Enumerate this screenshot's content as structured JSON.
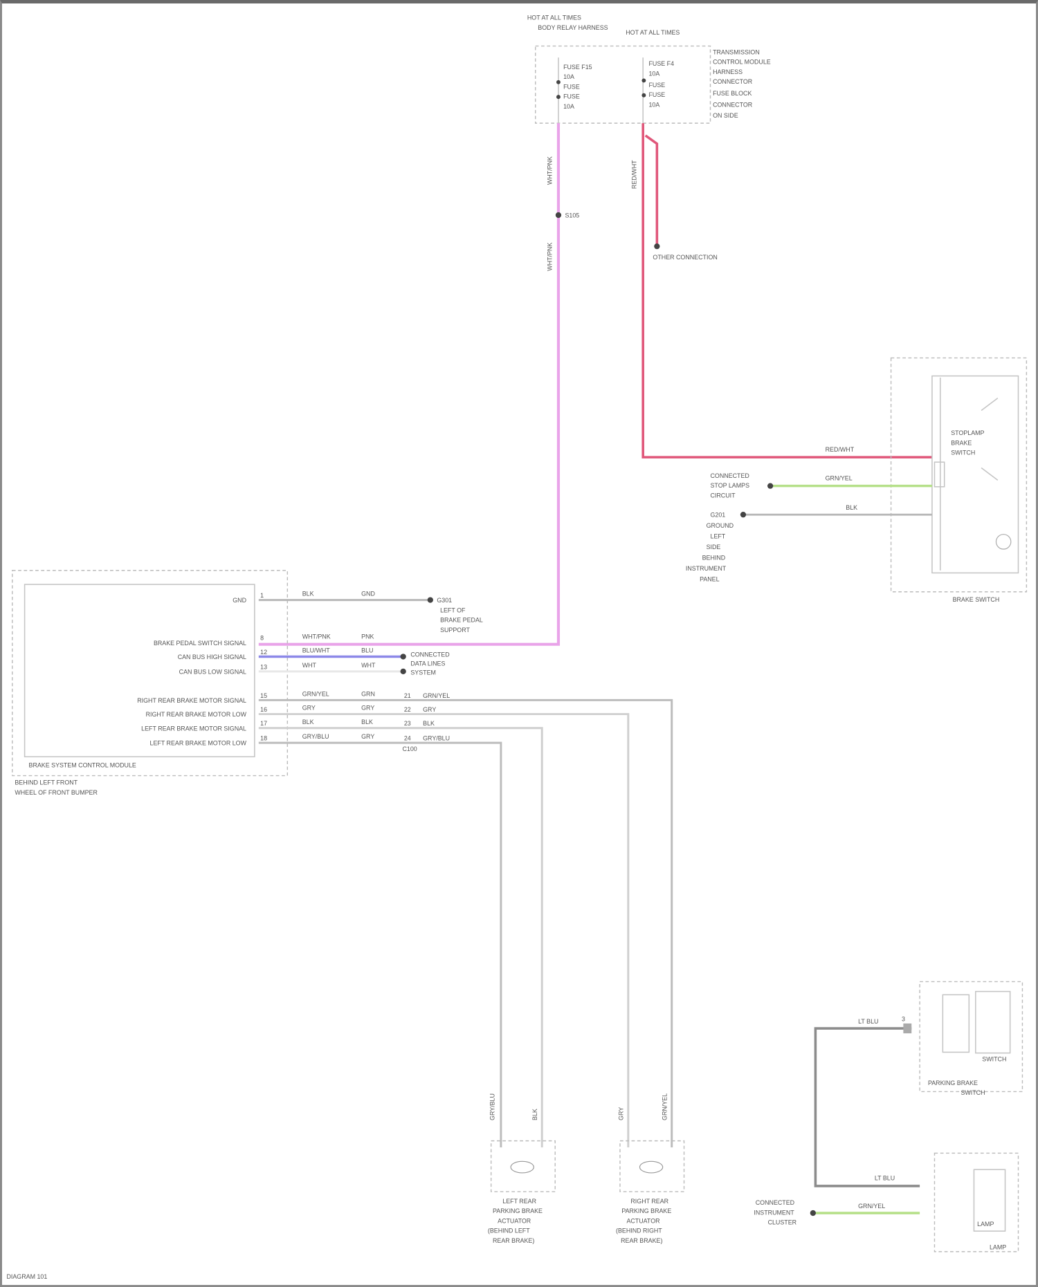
{
  "colors": {
    "pink_wire": "#e9a3e9",
    "red_wire": "#e0577a",
    "blue_wire": "#8c88e8",
    "green_wire": "#b6e08a",
    "grey_wire": "#b8b8b8",
    "dark_grey_wire": "#8c8c8c"
  },
  "fuse_box": {
    "label_left": "HOT AT ALL TIMES",
    "label_left_sub": "BODY RELAY HARNESS",
    "label_center": "HOT AT ALL TIMES",
    "right_note": [
      "TRANSMISSION",
      "CONTROL MODULE",
      "HARNESS",
      "CONNECTOR",
      "FUSE BLOCK",
      "CONNECTOR",
      "ON SIDE"
    ],
    "fuse_left": [
      "FUSE F15",
      "10A",
      "FUSE",
      "FUSE",
      "10A"
    ],
    "fuse_right": [
      "FUSE F4",
      "10A",
      "FUSE",
      "FUSE",
      "10A"
    ]
  },
  "wires": {
    "pink_code": "WHT/PNK",
    "splice": "S105",
    "red_code": "RED/WHT",
    "red_branch_label": "OTHER CONNECTION",
    "switch_red": "RED/WHT",
    "switch_green": "GRN/YEL",
    "switch_grey": "BLK"
  },
  "brake_switch": {
    "name": "BRAKE SWITCH",
    "inner": [
      "STOPLAMP",
      "BRAKE",
      "SWITCH"
    ],
    "green_dest": [
      "CONNECTED",
      "STOP LAMPS",
      "CIRCUIT"
    ],
    "ground_dest": [
      "G201",
      "GROUND",
      "LEFT",
      "SIDE",
      "BEHIND",
      "INSTRUMENT",
      "PANEL"
    ]
  },
  "module": {
    "title": "BRAKE SYSTEM CONTROL MODULE",
    "location": [
      "BEHIND LEFT FRONT",
      "WHEEL OF FRONT BUMPER"
    ],
    "pins": [
      {
        "pin": "1",
        "label": "GND",
        "wire1": "BLK",
        "wire2": "GND"
      },
      {
        "pin": "8",
        "label": "BRAKE PEDAL SWITCH SIGNAL",
        "wire1": "WHT/PNK",
        "wire2": "PNK"
      },
      {
        "pin": "12",
        "label": "CAN BUS HIGH SIGNAL",
        "wire1": "BLU/WHT",
        "wire2": "BLU"
      },
      {
        "pin": "13",
        "label": "CAN BUS LOW SIGNAL",
        "wire1": "WHT",
        "wire2": "WHT"
      },
      {
        "pin": "15",
        "label": "RIGHT REAR BRAKE MOTOR SIGNAL",
        "wire1": "GRN/YEL",
        "wire2": "GRN",
        "pin2": "21",
        "wire3": "GRN/YEL"
      },
      {
        "pin": "16",
        "label": "RIGHT REAR BRAKE MOTOR LOW",
        "wire1": "GRY",
        "wire2": "GRY",
        "pin2": "22",
        "wire3": "GRY"
      },
      {
        "pin": "17",
        "label": "LEFT REAR BRAKE MOTOR SIGNAL",
        "wire1": "BLK",
        "wire2": "BLK",
        "pin2": "23",
        "wire3": "BLK"
      },
      {
        "pin": "18",
        "label": "LEFT REAR BRAKE MOTOR LOW",
        "wire1": "GRY/BLU",
        "wire2": "GRY",
        "pin2": "24",
        "wire3": "GRY/BLU"
      }
    ],
    "ground_dest": [
      "G301",
      "LEFT OF",
      "BRAKE PEDAL",
      "SUPPORT"
    ],
    "can_dest": [
      "CONNECTED",
      "DATA LINES",
      "SYSTEM"
    ],
    "connector": "C100"
  },
  "actuators": [
    {
      "name": [
        "LEFT REAR",
        "PARKING BRAKE",
        "ACTUATOR",
        "(BEHIND LEFT",
        "REAR BRAKE)"
      ],
      "wire_a": "GRY/BLU",
      "wire_b": "BLK"
    },
    {
      "name": [
        "RIGHT REAR",
        "PARKING BRAKE",
        "ACTUATOR",
        "(BEHIND RIGHT",
        "REAR BRAKE)"
      ],
      "wire_a": "GRY",
      "wire_b": "GRN/YEL"
    }
  ],
  "park_switch": {
    "name": [
      "PARKING BRAKE",
      "SWITCH"
    ],
    "inner": "SWITCH",
    "wire": "LT BLU",
    "pin": "3"
  },
  "lamp": {
    "name": "LAMP",
    "inner": "LAMP",
    "wire": "LT BLU",
    "green": "GRN/YEL",
    "green_dest": [
      "CONNECTED",
      "INSTRUMENT",
      "CLUSTER"
    ]
  },
  "footer": "DIAGRAM 101"
}
